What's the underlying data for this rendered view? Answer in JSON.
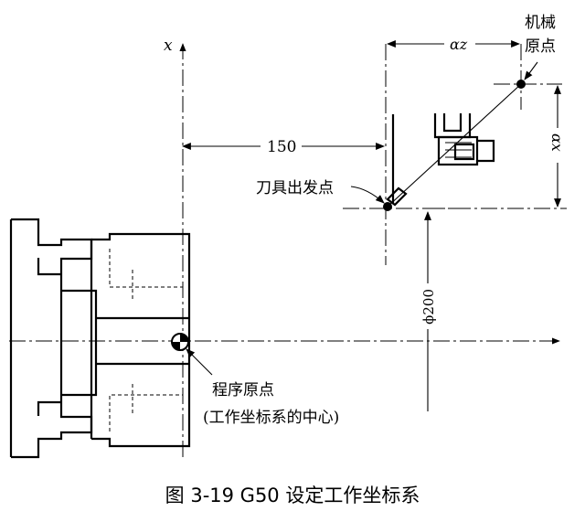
{
  "labels": {
    "x_axis": "x",
    "dim_150": "150",
    "alpha_z": "αz",
    "alpha_x": "αx",
    "diameter": "ϕ200",
    "machine_origin_line1": "机械",
    "machine_origin_line2": "原点",
    "tool_start_point": "刀具出发点",
    "program_origin_line1": "程序原点",
    "program_origin_line2": "(工作坐标系的中心)"
  },
  "caption": "图 3-19    G50 设定工作坐标系"
}
